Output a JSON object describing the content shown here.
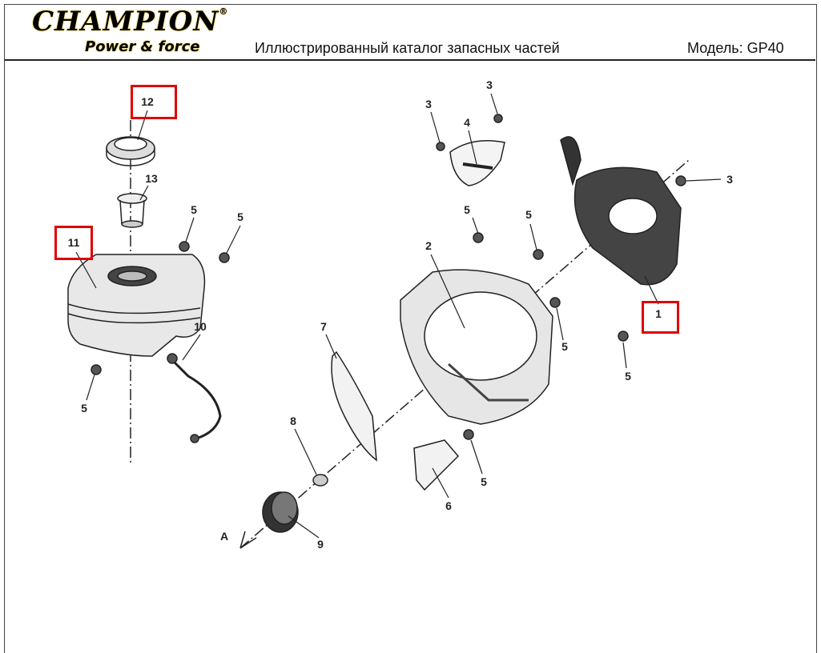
{
  "header": {
    "logo_brand": "CHAMPION",
    "logo_tagline": "Power & force",
    "title": "Иллюстрированный каталог запасных частей",
    "model": "Модель: GP40"
  },
  "callouts": {
    "c12": "12",
    "c13": "13",
    "c11": "11",
    "c10": "10",
    "c5a": "5",
    "c5b": "5",
    "c5c": "5",
    "c5d": "5",
    "c5e": "5",
    "c5f": "5",
    "c5g": "5",
    "c5h": "5",
    "c7": "7",
    "c8": "8",
    "c9": "9",
    "cA": "A",
    "c2": "2",
    "c3a": "3",
    "c3b": "3",
    "c3c": "3",
    "c4": "4",
    "c1": "1",
    "c6": "6"
  },
  "highlight_color": "#e00000"
}
